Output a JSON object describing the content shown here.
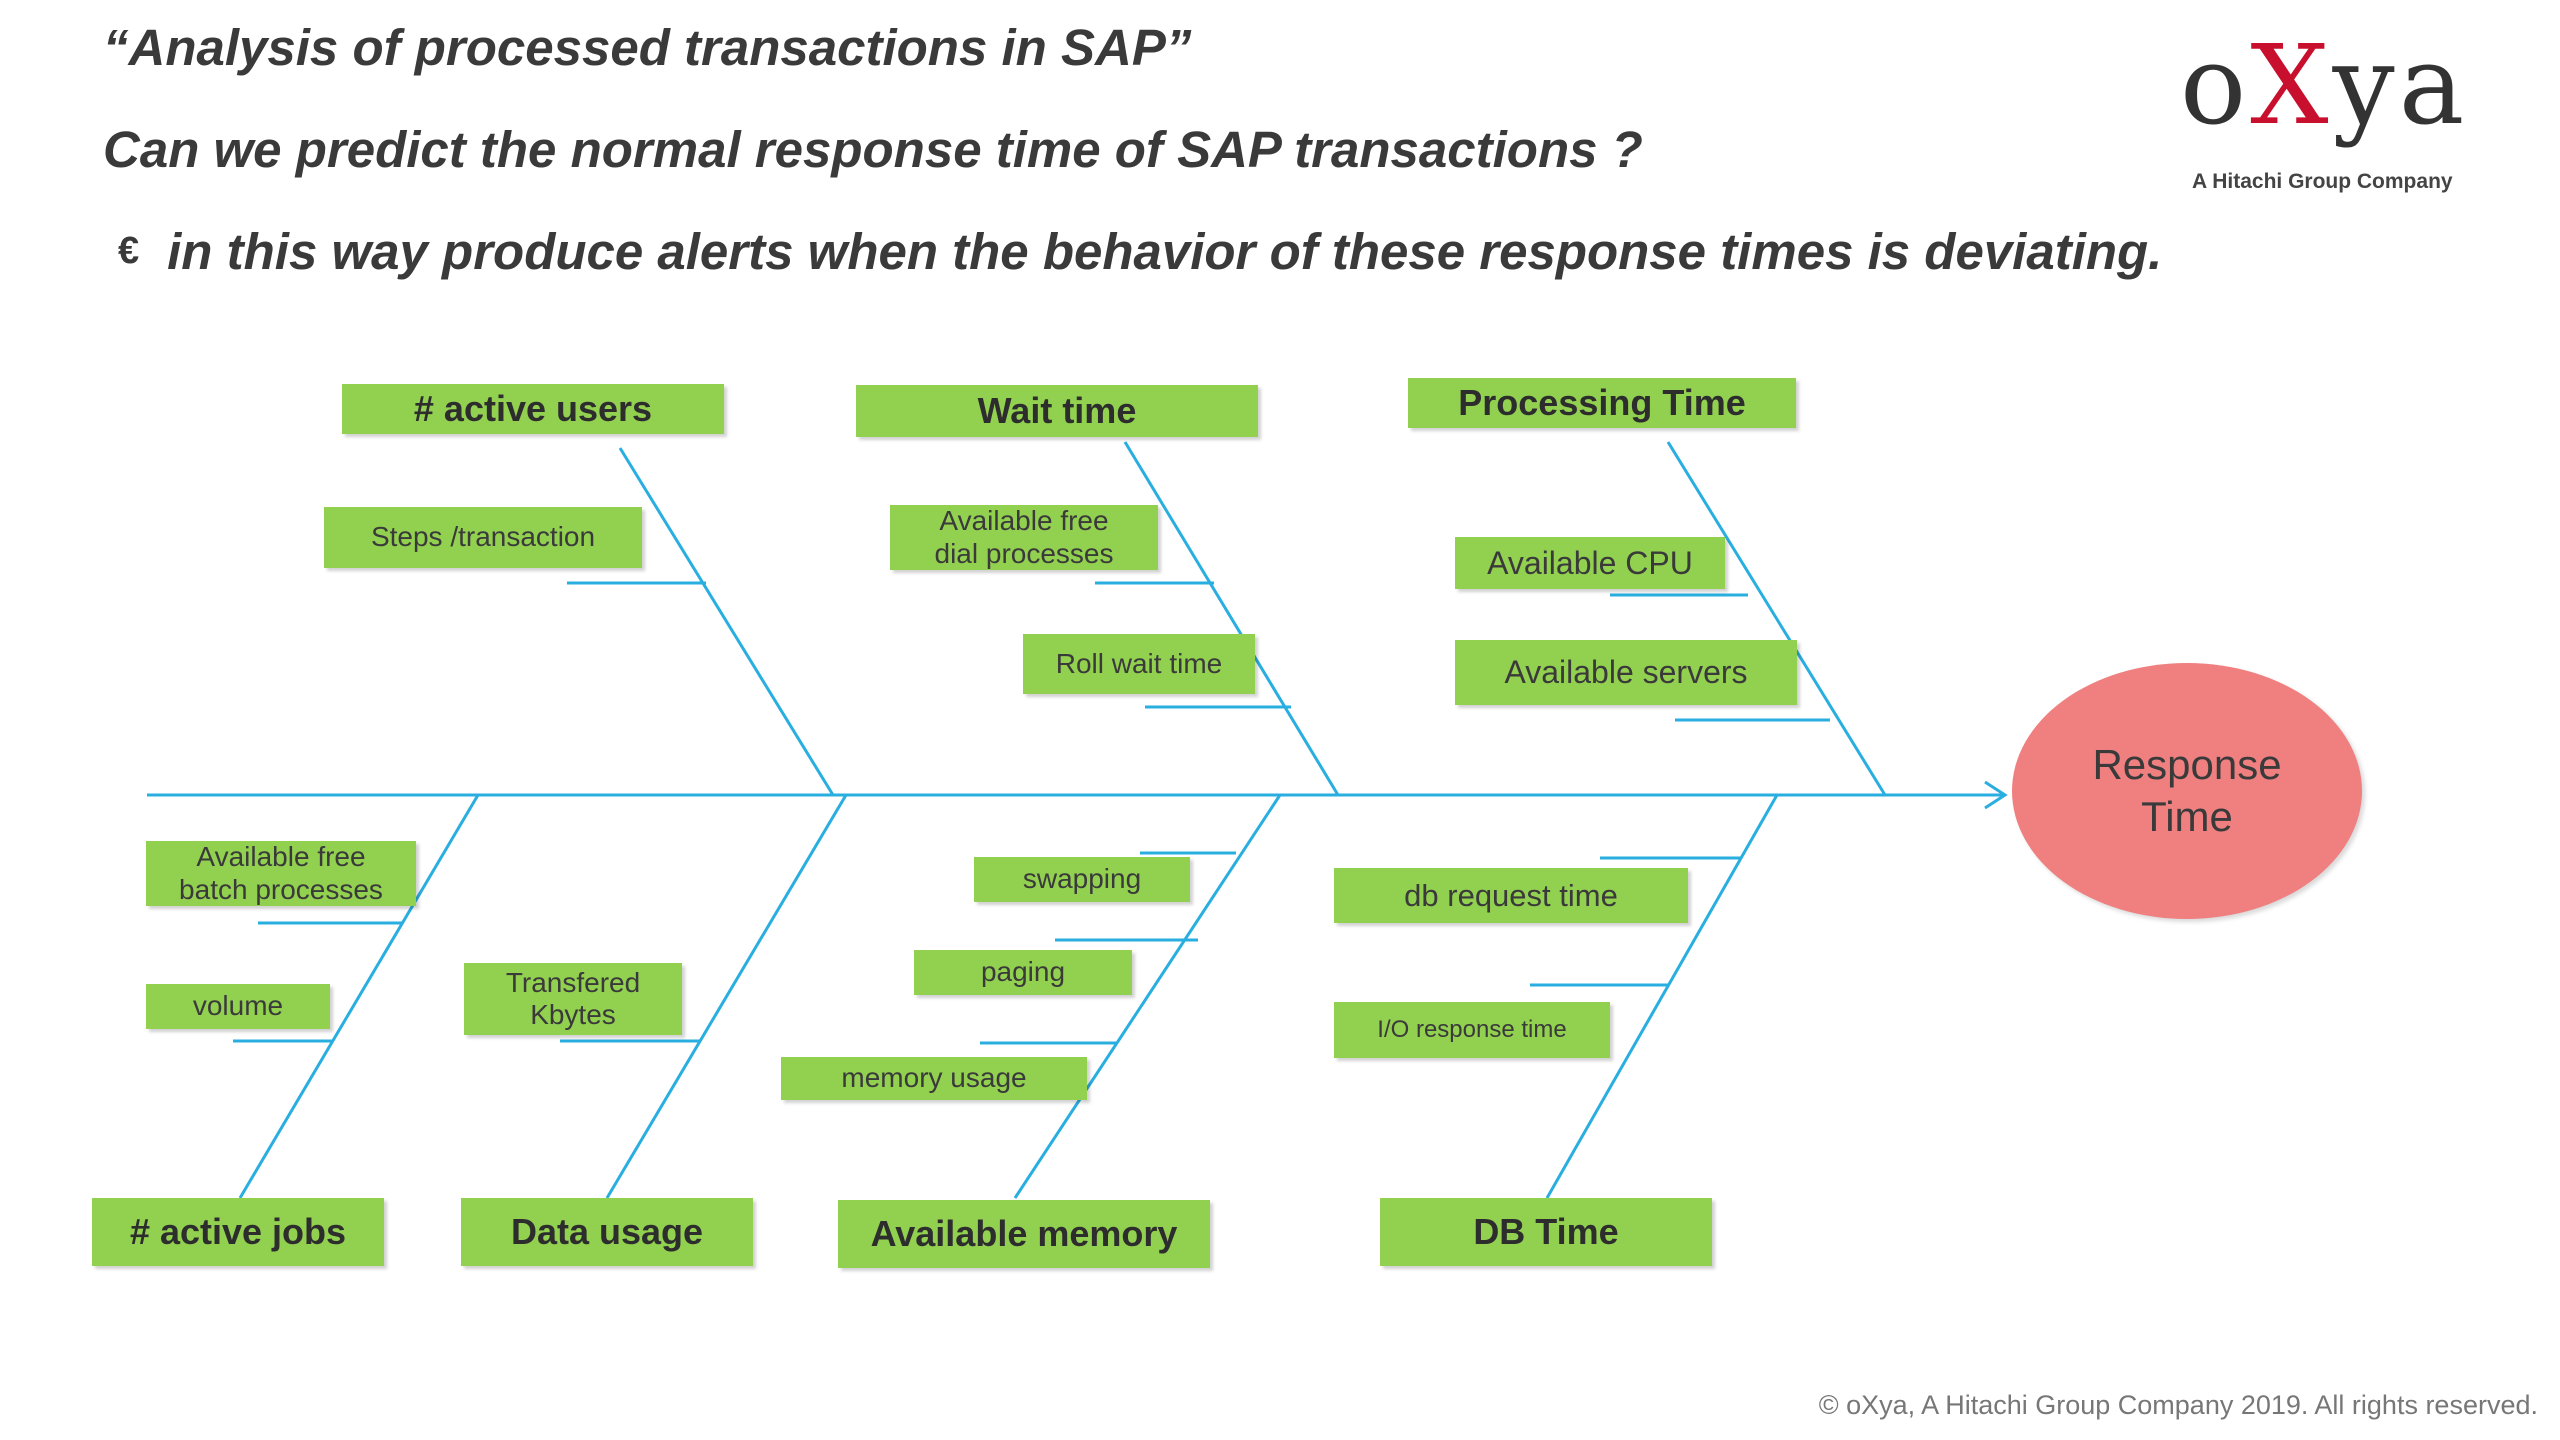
{
  "header": {
    "title": "“Analysis of processed transactions in SAP”",
    "question": "Can we predict the normal response time of SAP transactions ?",
    "bullet_glyph": "€",
    "bullet_text": "in this way produce alerts when the behavior of these response times is deviating."
  },
  "logo": {
    "word_prefix": "o",
    "word_x": "X",
    "word_suffix": "ya",
    "tagline": "A Hitachi Group Company",
    "accent_color": "#c8102e"
  },
  "diagram": {
    "effect": "Response\nTime",
    "effect_line1": "Response",
    "effect_line2": "Time",
    "colors": {
      "box_fill": "#92d050",
      "line": "#29aee0",
      "effect_fill": "#f08080"
    },
    "top_categories": [
      {
        "label": "# active users",
        "causes": [
          "Steps /transaction"
        ]
      },
      {
        "label": "Wait time",
        "causes": [
          "Available free dial processes",
          "Roll wait time"
        ]
      },
      {
        "label": "Processing Time",
        "causes": [
          "Available CPU",
          "Available servers"
        ]
      }
    ],
    "bottom_categories": [
      {
        "label": "# active jobs",
        "causes": [
          "Available free batch processes",
          "volume"
        ]
      },
      {
        "label": "Data usage",
        "causes": [
          "Transfered Kbytes"
        ]
      },
      {
        "label": "Available memory",
        "causes": [
          "swapping",
          "paging",
          "memory usage"
        ]
      },
      {
        "label": "DB Time",
        "causes": [
          "db request time",
          "I/O response time"
        ]
      }
    ],
    "labels": {
      "active_users": "# active users",
      "steps_transaction": "Steps /transaction",
      "wait_time": "Wait time",
      "avail_dial_l1": "Available free",
      "avail_dial_l2": "dial processes",
      "roll_wait": "Roll wait time",
      "processing_time": "Processing Time",
      "avail_cpu": "Available CPU",
      "avail_servers": "Available servers",
      "avail_batch_l1": "Available free",
      "avail_batch_l2": "batch processes",
      "volume": "volume",
      "active_jobs": "# active jobs",
      "transfered_l1": "Transfered",
      "transfered_l2": "Kbytes",
      "data_usage": "Data usage",
      "swapping": "swapping",
      "paging": "paging",
      "memory_usage": "memory usage",
      "available_memory": "Available memory",
      "db_request": "db request time",
      "io_response": "I/O response time",
      "db_time": "DB Time"
    }
  },
  "footer": {
    "copyright": "© oXya, A Hitachi Group Company 2019. All rights reserved."
  }
}
